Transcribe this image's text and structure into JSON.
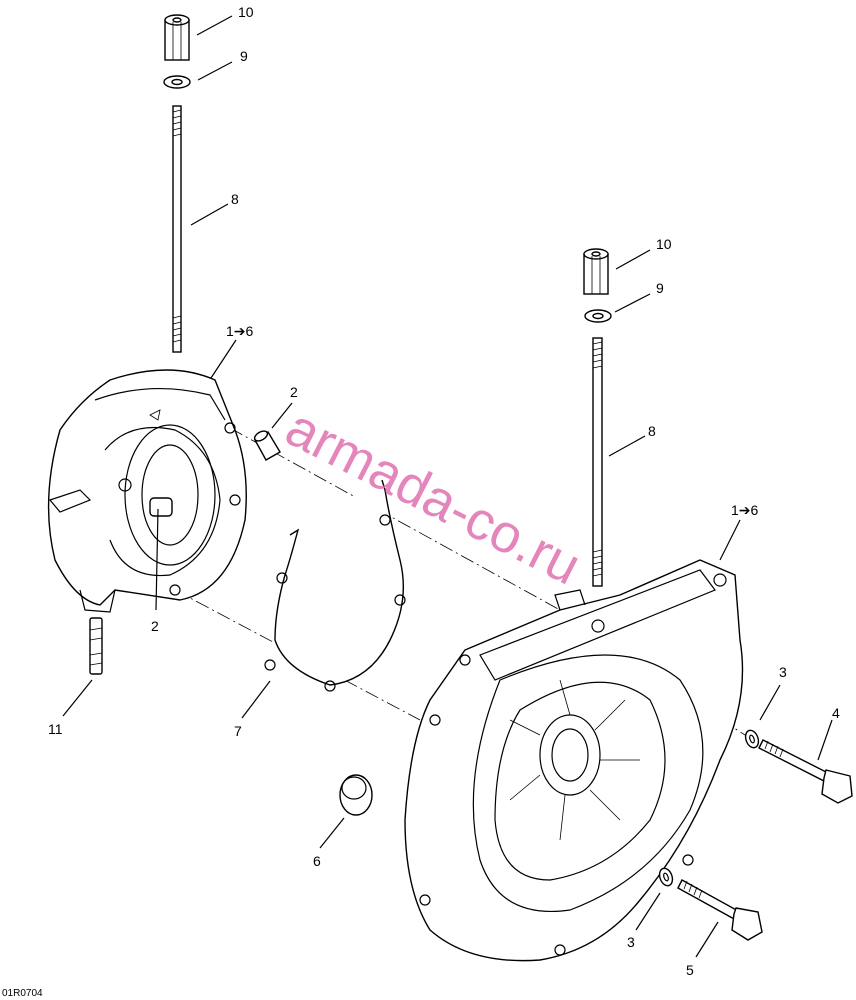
{
  "watermark": "armada-co.ru",
  "figure_code": "01R0704",
  "callouts": {
    "c10a": "10",
    "c9a": "9",
    "c8a": "8",
    "c16a": "1➔6",
    "c2a": "2",
    "c2b": "2",
    "c11": "11",
    "c7": "7",
    "c10b": "10",
    "c9b": "9",
    "c8b": "8",
    "c16b": "1➔6",
    "c3a": "3",
    "c4": "4",
    "c6": "6",
    "c3b": "3",
    "c5": "5"
  }
}
